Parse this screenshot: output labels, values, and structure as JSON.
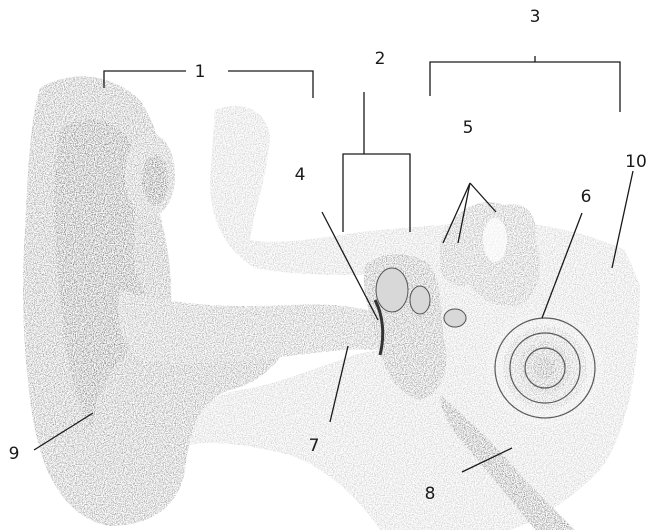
{
  "labels": {
    "l1": "1",
    "l2": "2",
    "l3": "3",
    "l4": "4",
    "l5": "5",
    "l6": "6",
    "l7": "7",
    "l8": "8",
    "l9": "9",
    "l10": "10"
  },
  "colors": {
    "background": "#ffffff",
    "stipple_dark": "#6e6e6e",
    "stipple_mid": "#a9a9a9",
    "stipple_light": "#d4d4d4",
    "line": "#1a1a1a"
  }
}
